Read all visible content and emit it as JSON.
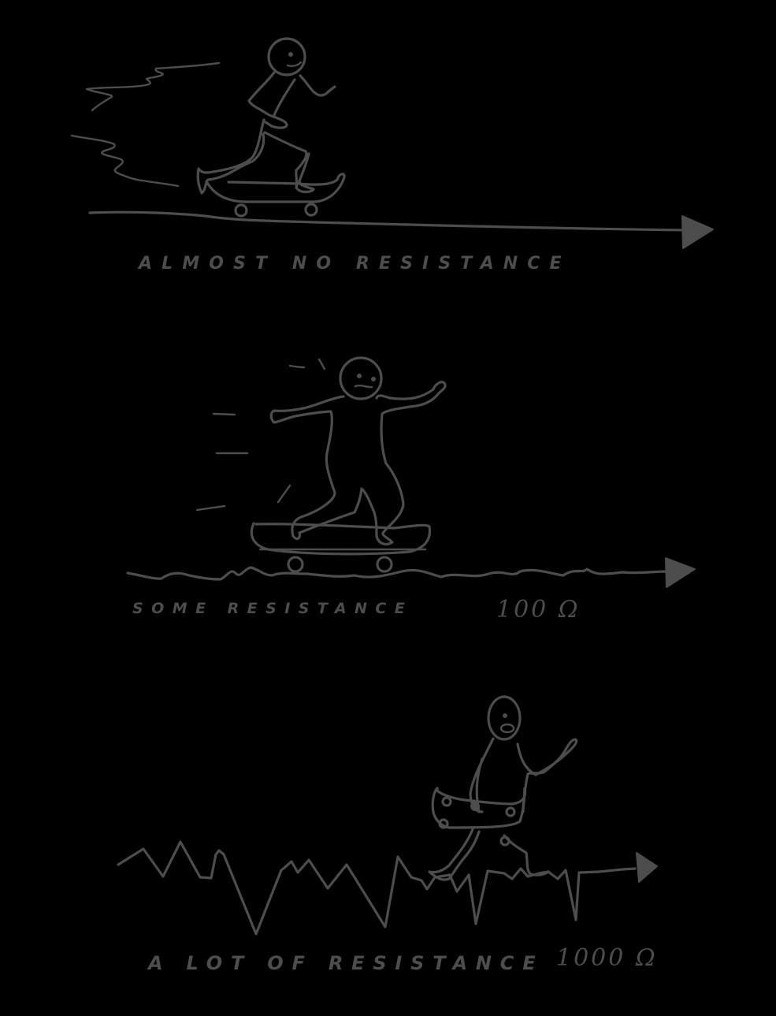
{
  "panels": [
    {
      "id": "low",
      "caption": "ALMOST   NO   RESISTANCE",
      "value": "",
      "figure": "smiling stick figure skating smoothly on skateboard with wind lines",
      "ground": "straight line with arrow"
    },
    {
      "id": "medium",
      "caption": "SOME   RESISTANCE",
      "value": "100 Ω",
      "figure": "worried stick figure balancing on skateboard with motion lines",
      "ground": "slightly bumpy line with arrow"
    },
    {
      "id": "high",
      "caption": "A  LOT  OF  RESISTANCE",
      "value": "1000 Ω",
      "figure": "shocked stick figure walking while carrying skateboard",
      "ground": "jagged spiky line with arrow"
    }
  ],
  "colors": {
    "background": "#000000",
    "ink": "#4d4d4d"
  }
}
